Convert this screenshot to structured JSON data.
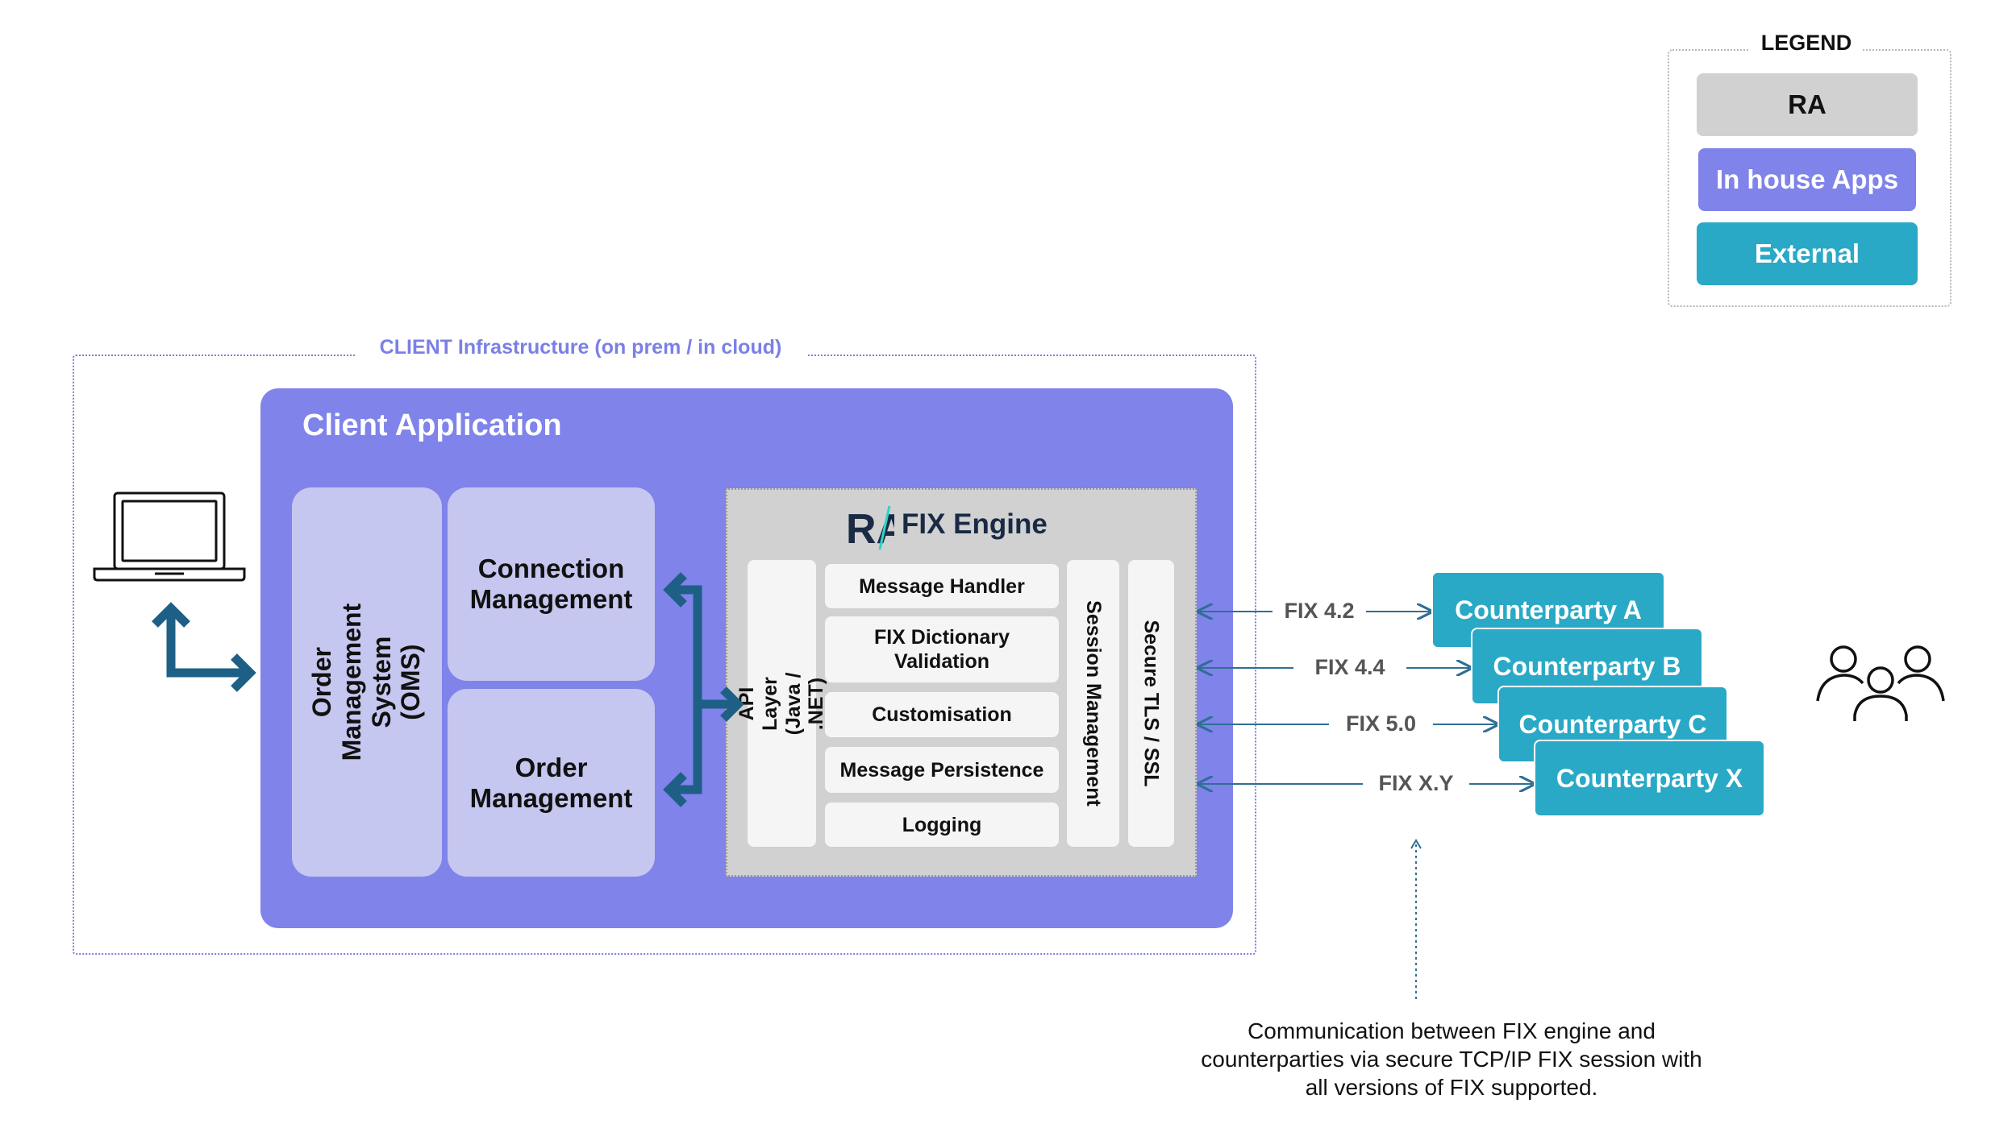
{
  "legend": {
    "title": "LEGEND",
    "items": [
      {
        "label": "RA",
        "color": "#d1d1d1",
        "text_color": "#111111"
      },
      {
        "label": "In house Apps",
        "color": "#7f83ea",
        "text_color": "#ffffff"
      },
      {
        "label": "External",
        "color": "#29a9c6",
        "text_color": "#ffffff"
      }
    ]
  },
  "infrastructure": {
    "label": "CLIENT Infrastructure (on prem / in cloud)"
  },
  "client_app": {
    "title": "Client Application",
    "oms": "Order Management System (OMS)",
    "connection_management": "Connection Management",
    "order_management": "Order Management"
  },
  "fix_engine": {
    "logo_text": "RA",
    "title": "FIX Engine",
    "api_layer": "API Layer (Java / .NET)",
    "modules": [
      "Message Handler",
      "FIX Dictionary Validation",
      "Customisation",
      "Message Persistence",
      "Logging"
    ],
    "session_management": "Session Management",
    "secure": "Secure TLS / SSL"
  },
  "connections": [
    {
      "fix": "FIX 4.2",
      "counterparty": "Counterparty A"
    },
    {
      "fix": "FIX 4.4",
      "counterparty": "Counterparty B"
    },
    {
      "fix": "FIX 5.0",
      "counterparty": "Counterparty C"
    },
    {
      "fix": "FIX X.Y",
      "counterparty": "Counterparty X"
    }
  ],
  "footnote": "Communication between FIX engine and counterparties via secure TCP/IP FIX session with all versions of FIX supported.",
  "colors": {
    "arrow": "#1e5f86",
    "connector": "#2f6f95"
  },
  "icons": [
    "laptop-icon",
    "users-icon"
  ]
}
